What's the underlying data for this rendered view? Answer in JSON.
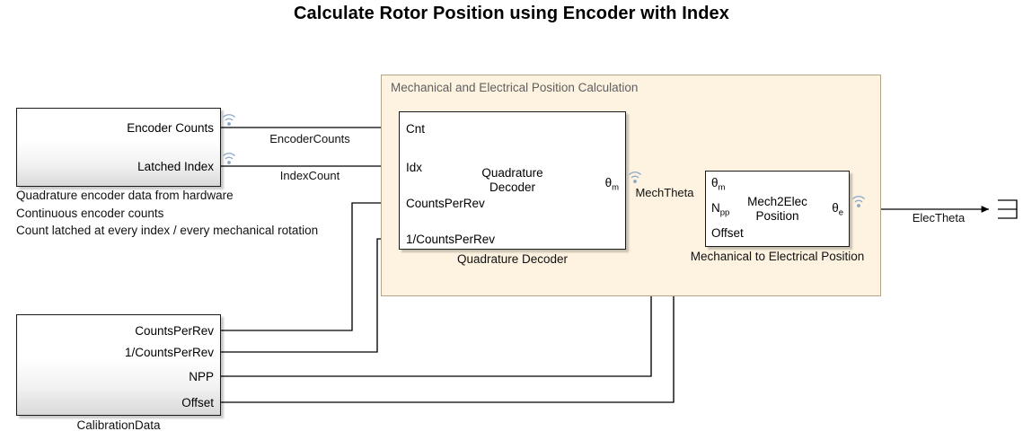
{
  "title": "Calculate Rotor Position using Encoder with Index",
  "colors": {
    "subsystem_fill": "#fdf3e0",
    "subsystem_border": "#b5a48a",
    "subsystem_title": "#5f5f5f",
    "block_border": "#1a1a1a",
    "wire": "#000000",
    "badge": "#7b9bc4"
  },
  "subsystem": {
    "title": "Mechanical and Electrical Position Calculation"
  },
  "blocks": {
    "encoder_source": {
      "caption": "Quadrature encoder data from hardware",
      "outputs": [
        "Encoder Counts",
        "Latched Index"
      ]
    },
    "calibration": {
      "caption": "CalibrationData",
      "outputs": [
        "CountsPerRev",
        "1/CountsPerRev",
        "NPP",
        "Offset"
      ]
    },
    "quadrature_decoder": {
      "caption": "Quadrature Decoder",
      "body": "Quadrature\nDecoder",
      "inputs": [
        "Cnt",
        "Idx",
        "CountsPerRev",
        "1/CountsPerRev"
      ],
      "output_symbol": "θ",
      "output_subscript": "m"
    },
    "mech2elec": {
      "caption": "Mechanical to Electrical Position",
      "body": "Mech2Elec\nPosition",
      "inputs": [
        {
          "symbol": "θ",
          "subscript": "m"
        },
        {
          "symbol": "N",
          "subscript": "pp"
        },
        {
          "symbol": "Offset",
          "subscript": ""
        }
      ],
      "output_symbol": "θ",
      "output_subscript": "e"
    }
  },
  "signals": {
    "encoder_counts": "EncoderCounts",
    "index_count": "IndexCount",
    "mech_theta": "MechTheta",
    "elec_theta": "ElecTheta"
  },
  "annotations": {
    "encoder_note": "Continuous encoder counts\nCount latched at every index / every mechanical rotation"
  },
  "icons": {
    "logging_badge": "signal-logging-badge",
    "terminator": "outport-terminator"
  }
}
